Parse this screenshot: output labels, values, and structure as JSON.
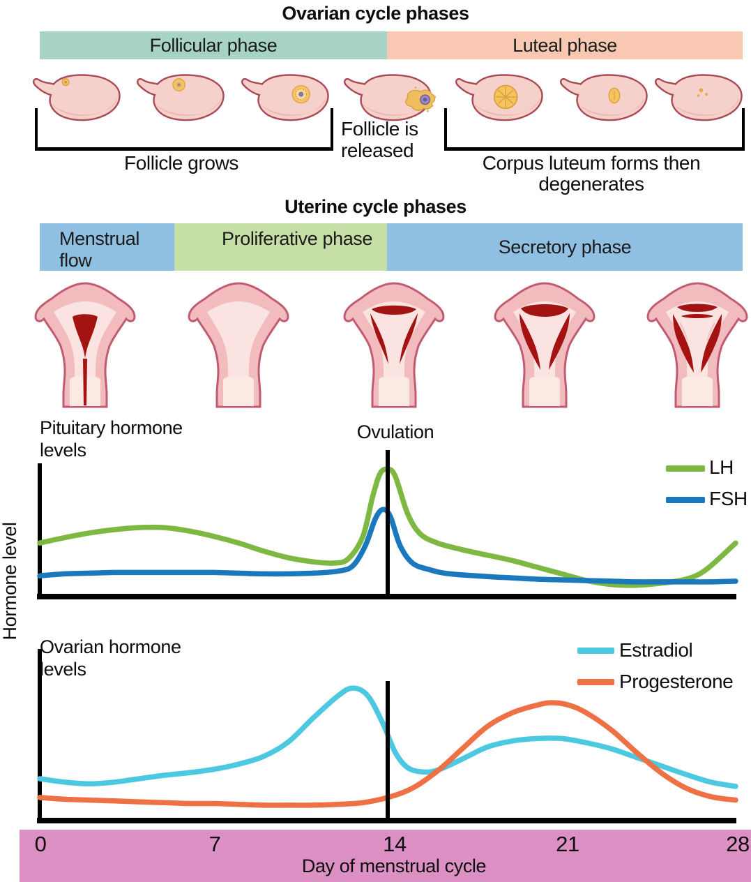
{
  "ovarian_cycle": {
    "title": "Ovarian cycle phases",
    "phases": [
      {
        "label": "Follicular phase",
        "days": [
          0,
          14
        ],
        "color": "#a6d3c6"
      },
      {
        "label": "Luteal phase",
        "days": [
          14,
          28
        ],
        "color": "#f8c8b2"
      }
    ],
    "annotations": {
      "follicle_grows": "Follicle grows",
      "follicle_released": "Follicle is released",
      "corpus_luteum": "Corpus luteum forms then degenerates"
    },
    "illustration_count": 7
  },
  "uterine_cycle": {
    "title": "Uterine cycle phases",
    "phases": [
      {
        "label": "Menstrual flow",
        "days": [
          0,
          5
        ],
        "color": "#8fc0e2"
      },
      {
        "label": "Proliferative phase",
        "days": [
          5,
          14
        ],
        "color": "#c6dfa6"
      },
      {
        "label": "Secretory phase",
        "days": [
          14,
          28
        ],
        "color": "#8fc0e2"
      }
    ],
    "illustration_count": 5
  },
  "charts_common": {
    "y_axis_label": "Hormone level",
    "ovulation_label": "Ovulation",
    "ovulation_day": 14,
    "axis_color": "#000000"
  },
  "x_axis": {
    "label": "Day of menstrual cycle",
    "ticks": [
      "0",
      "7",
      "14",
      "21",
      "28"
    ],
    "bar_color": "#dc90c3"
  },
  "chart_data": [
    {
      "type": "line",
      "title": "Pituitary hormone levels",
      "xlabel": "Day of menstrual cycle",
      "ylabel": "Hormone level",
      "xlim": [
        0,
        28
      ],
      "ylim": [
        0,
        1
      ],
      "grid": false,
      "legend_position": "right",
      "annotations": [
        {
          "text": "Ovulation",
          "x": 14
        }
      ],
      "y_units": "relative hormone level (axis unlabeled, 0-1 normalized)",
      "series": [
        {
          "name": "LH",
          "color": "#7db843",
          "points": [
            [
              0,
              0.4
            ],
            [
              1,
              0.44
            ],
            [
              2,
              0.475
            ],
            [
              3,
              0.5
            ],
            [
              4,
              0.515
            ],
            [
              5,
              0.515
            ],
            [
              6,
              0.49
            ],
            [
              7,
              0.45
            ],
            [
              8,
              0.4
            ],
            [
              9,
              0.34
            ],
            [
              10,
              0.29
            ],
            [
              11,
              0.26
            ],
            [
              11.8,
              0.25
            ],
            [
              12.4,
              0.28
            ],
            [
              13,
              0.45
            ],
            [
              13.4,
              0.75
            ],
            [
              13.7,
              0.92
            ],
            [
              14,
              0.95
            ],
            [
              14.3,
              0.9
            ],
            [
              14.8,
              0.62
            ],
            [
              15.3,
              0.47
            ],
            [
              16,
              0.4
            ],
            [
              17,
              0.35
            ],
            [
              18,
              0.31
            ],
            [
              19,
              0.27
            ],
            [
              20,
              0.22
            ],
            [
              21,
              0.17
            ],
            [
              22,
              0.12
            ],
            [
              23,
              0.09
            ],
            [
              24,
              0.085
            ],
            [
              25,
              0.1
            ],
            [
              26,
              0.13
            ],
            [
              26.8,
              0.2
            ],
            [
              28,
              0.4
            ]
          ]
        },
        {
          "name": "FSH",
          "color": "#1a78bd",
          "points": [
            [
              0,
              0.155
            ],
            [
              1,
              0.17
            ],
            [
              2,
              0.175
            ],
            [
              3,
              0.18
            ],
            [
              4,
              0.18
            ],
            [
              5,
              0.18
            ],
            [
              6,
              0.18
            ],
            [
              7,
              0.18
            ],
            [
              8,
              0.175
            ],
            [
              9,
              0.17
            ],
            [
              10,
              0.17
            ],
            [
              11,
              0.175
            ],
            [
              12,
              0.19
            ],
            [
              12.6,
              0.23
            ],
            [
              13.1,
              0.38
            ],
            [
              13.5,
              0.58
            ],
            [
              13.8,
              0.65
            ],
            [
              14.1,
              0.6
            ],
            [
              14.5,
              0.38
            ],
            [
              15,
              0.25
            ],
            [
              15.7,
              0.2
            ],
            [
              16.5,
              0.17
            ],
            [
              18,
              0.15
            ],
            [
              19,
              0.14
            ],
            [
              20,
              0.13
            ],
            [
              21,
              0.125
            ],
            [
              22,
              0.12
            ],
            [
              23,
              0.115
            ],
            [
              24,
              0.11
            ],
            [
              25,
              0.11
            ],
            [
              26,
              0.11
            ],
            [
              27,
              0.11
            ],
            [
              28,
              0.115
            ]
          ]
        }
      ]
    },
    {
      "type": "line",
      "title": "Ovarian hormone levels",
      "xlabel": "Day of menstrual cycle",
      "ylabel": "Hormone level",
      "xlim": [
        0,
        28
      ],
      "ylim": [
        0,
        1
      ],
      "grid": false,
      "legend_position": "right",
      "annotations": [
        {
          "text": "Ovulation",
          "x": 14
        }
      ],
      "y_units": "relative hormone level (axis unlabeled, 0-1 normalized)",
      "series": [
        {
          "name": "Estradiol",
          "color": "#4cc8e0",
          "points": [
            [
              0,
              0.245
            ],
            [
              1,
              0.225
            ],
            [
              2,
              0.215
            ],
            [
              3,
              0.225
            ],
            [
              4,
              0.245
            ],
            [
              5,
              0.265
            ],
            [
              6,
              0.28
            ],
            [
              7,
              0.3
            ],
            [
              8,
              0.33
            ],
            [
              9,
              0.375
            ],
            [
              10,
              0.46
            ],
            [
              11,
              0.6
            ],
            [
              12,
              0.73
            ],
            [
              12.6,
              0.775
            ],
            [
              13.2,
              0.73
            ],
            [
              13.8,
              0.57
            ],
            [
              14.3,
              0.4
            ],
            [
              14.8,
              0.31
            ],
            [
              15.4,
              0.285
            ],
            [
              16,
              0.295
            ],
            [
              17,
              0.36
            ],
            [
              18,
              0.43
            ],
            [
              19,
              0.465
            ],
            [
              20,
              0.48
            ],
            [
              21,
              0.48
            ],
            [
              22,
              0.455
            ],
            [
              23,
              0.42
            ],
            [
              24,
              0.37
            ],
            [
              25,
              0.32
            ],
            [
              26,
              0.27
            ],
            [
              27,
              0.225
            ],
            [
              28,
              0.2
            ]
          ]
        },
        {
          "name": "Progesterone",
          "color": "#ee7145",
          "points": [
            [
              0,
              0.135
            ],
            [
              1,
              0.125
            ],
            [
              2,
              0.12
            ],
            [
              3,
              0.115
            ],
            [
              4,
              0.11
            ],
            [
              5,
              0.105
            ],
            [
              6,
              0.1
            ],
            [
              7,
              0.1
            ],
            [
              8,
              0.095
            ],
            [
              9,
              0.09
            ],
            [
              10,
              0.09
            ],
            [
              11,
              0.09
            ],
            [
              12,
              0.095
            ],
            [
              13,
              0.105
            ],
            [
              14,
              0.135
            ],
            [
              15,
              0.19
            ],
            [
              16,
              0.29
            ],
            [
              17,
              0.42
            ],
            [
              18,
              0.55
            ],
            [
              19,
              0.63
            ],
            [
              20,
              0.675
            ],
            [
              20.6,
              0.69
            ],
            [
              21.3,
              0.675
            ],
            [
              22,
              0.63
            ],
            [
              23,
              0.53
            ],
            [
              24,
              0.4
            ],
            [
              25,
              0.28
            ],
            [
              26,
              0.19
            ],
            [
              27,
              0.14
            ],
            [
              28,
              0.12
            ]
          ]
        }
      ]
    }
  ]
}
